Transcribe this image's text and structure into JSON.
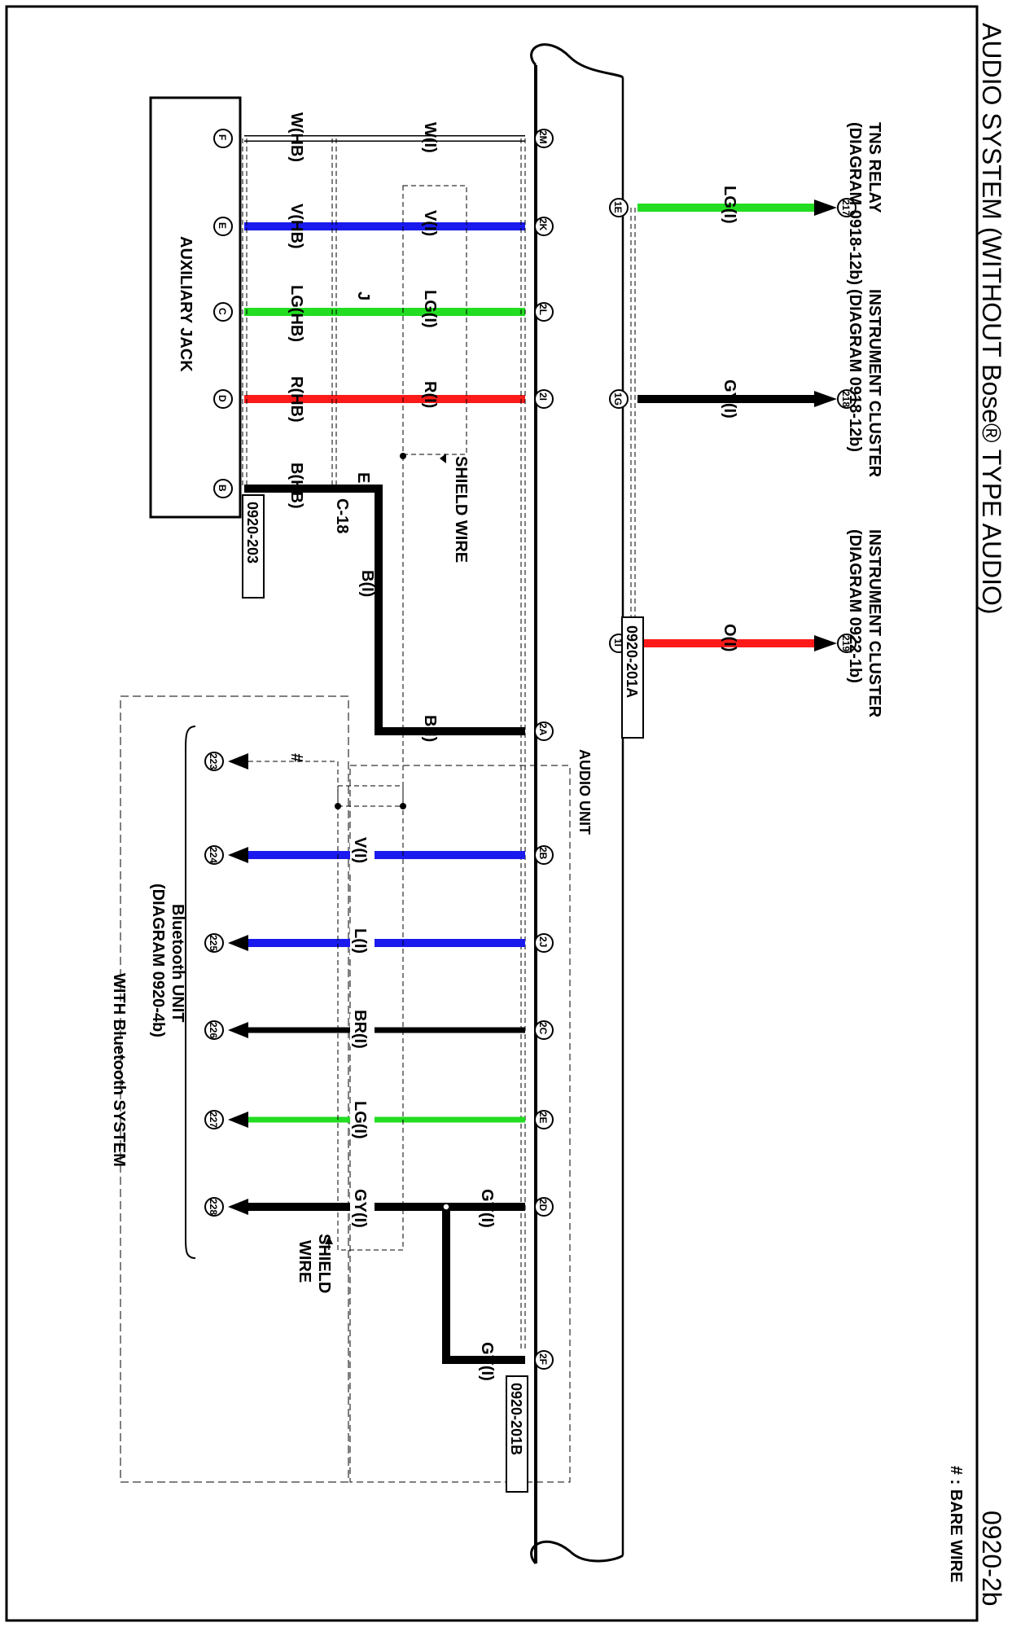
{
  "title": "AUDIO SYSTEM (WITHOUT Bose® TYPE AUDIO)",
  "page_code": "0920-2b",
  "bare_wire_note": "# : BARE WIRE",
  "colors": {
    "LG": "#22dd22",
    "GY": "#000000",
    "O": "#ff1a1a",
    "R": "#ff1a1a",
    "V": "#1a1aee",
    "L": "#1a1aee",
    "B": "#000000",
    "BR": "#000000",
    "W": "#ffffff"
  },
  "components": {
    "audio_unit": "AUDIO UNIT",
    "auxiliary_jack": "AUXILIARY JACK",
    "bluetooth_unit": [
      "Bluetooth UNIT",
      "(DIAGRAM  0920-4b)"
    ],
    "with_bluetooth": "WITH Bluetooth SYSTEM",
    "shield_wire_top": "SHIELD WIRE",
    "shield_wire_bottom": [
      "SHIELD",
      "WIRE"
    ],
    "connector_201a": "0920-201A",
    "connector_201b": "0920-201B",
    "connector_203": "0920-203",
    "connector_c18": "C-18",
    "junction_j": "J",
    "junction_e": "E"
  },
  "references": [
    {
      "pin": "217",
      "name": "TNS RELAY",
      "diagram": "(DIAGRAM  0918-12b)"
    },
    {
      "pin": "218",
      "name": "INSTRUMENT CLUSTER",
      "diagram": "(DIAGRAM  0918-12b)"
    },
    {
      "pin": "219",
      "name": "INSTRUMENT CLUSTER",
      "diagram": "(DIAGRAM  0922-1b)"
    }
  ],
  "top_wires": [
    {
      "pin": "1E",
      "wire": "LG(I)",
      "color": "LG",
      "ref": "217"
    },
    {
      "pin": "1G",
      "wire": "GY(I)",
      "color": "GY",
      "ref": "218"
    },
    {
      "pin": "1I",
      "wire": "O(I)",
      "color": "O",
      "ref": "219"
    }
  ],
  "aux_wires": [
    {
      "au_pin": "2M",
      "jack_pin": "F",
      "wire_au": "W(I)",
      "wire_jack": "W(HB)",
      "color": "W"
    },
    {
      "au_pin": "2K",
      "jack_pin": "E",
      "wire_au": "V(I)",
      "wire_jack": "V(HB)",
      "color": "V"
    },
    {
      "au_pin": "2L",
      "jack_pin": "C",
      "wire_au": "LG(I)",
      "wire_jack": "LG(HB)",
      "color": "LG"
    },
    {
      "au_pin": "2I",
      "jack_pin": "D",
      "wire_au": "R(I)",
      "wire_jack": "R(HB)",
      "color": "R"
    },
    {
      "au_pin": "2A",
      "jack_pin": "B",
      "wire_au": "B(I)",
      "wire_mid": "B(I)",
      "wire_jack": "B(HB)",
      "color": "B"
    }
  ],
  "bt_wires": [
    {
      "au_pin": "2B",
      "bt_pin": "224",
      "wire": "V(I)",
      "color": "V"
    },
    {
      "au_pin": "2J",
      "bt_pin": "225",
      "wire": "L(I)",
      "color": "L"
    },
    {
      "au_pin": "2C",
      "bt_pin": "226",
      "wire": "BR(I)",
      "color": "BR"
    },
    {
      "au_pin": "2E",
      "bt_pin": "227",
      "wire": "LG(I)",
      "color": "LG"
    },
    {
      "au_pin": "2D",
      "bt_pin": "228",
      "wire": "GY(I)",
      "wire_au": "GY(I)",
      "color": "GY"
    },
    {
      "au_pin": "2F",
      "wire": "GY(I)",
      "color": "GY"
    }
  ],
  "bare": {
    "pin": "223",
    "mark": "#"
  }
}
